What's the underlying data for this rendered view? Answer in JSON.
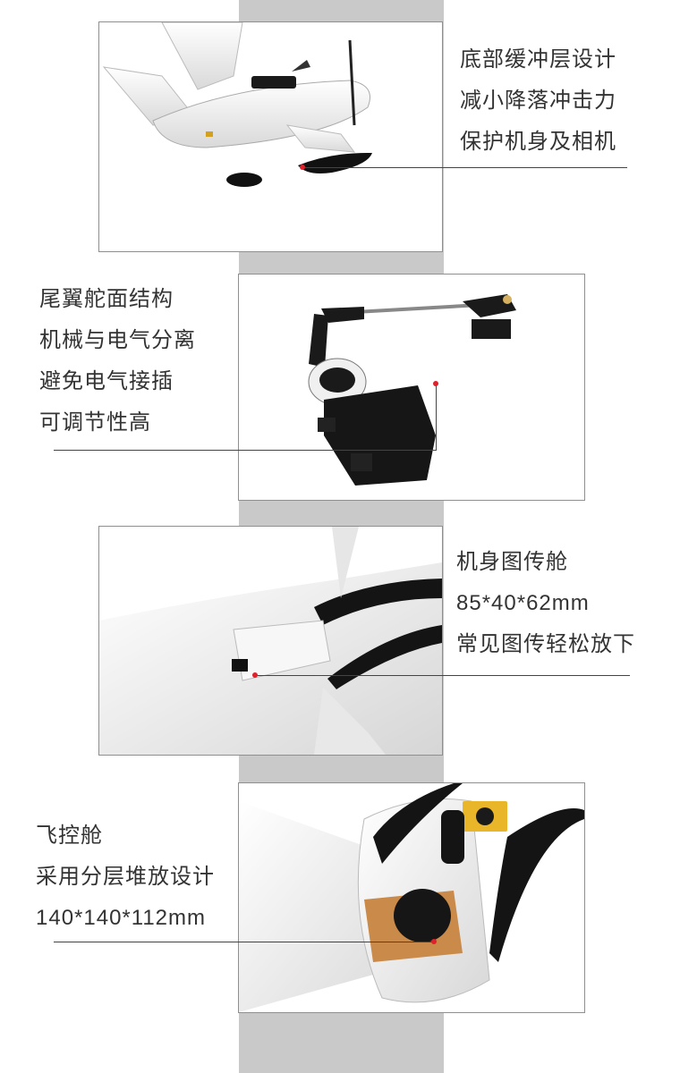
{
  "sections": [
    {
      "id": "bottom-buffer",
      "lines": [
        "底部缓冲层设计",
        "减小降落冲击力",
        "保护机身及相机"
      ]
    },
    {
      "id": "tail-servo",
      "lines": [
        "尾翼舵面结构",
        "机械与电气分离",
        "避免电气接插",
        "可调节性高"
      ]
    },
    {
      "id": "image-bay",
      "lines": [
        "机身图传舱",
        "85*40*62mm",
        "常见图传轻松放下"
      ]
    },
    {
      "id": "flight-control-bay",
      "lines": [
        "飞控舱",
        "采用分层堆放设计",
        "140*140*112mm"
      ]
    }
  ],
  "colors": {
    "accent_dot": "#e0202a",
    "stripe": "#c9c9c9",
    "text": "#333333",
    "panel_border": "#8f8f8f"
  },
  "icons": [
    "drone-render",
    "servo-render",
    "fuselage-bay-render",
    "flight-controller-render"
  ]
}
